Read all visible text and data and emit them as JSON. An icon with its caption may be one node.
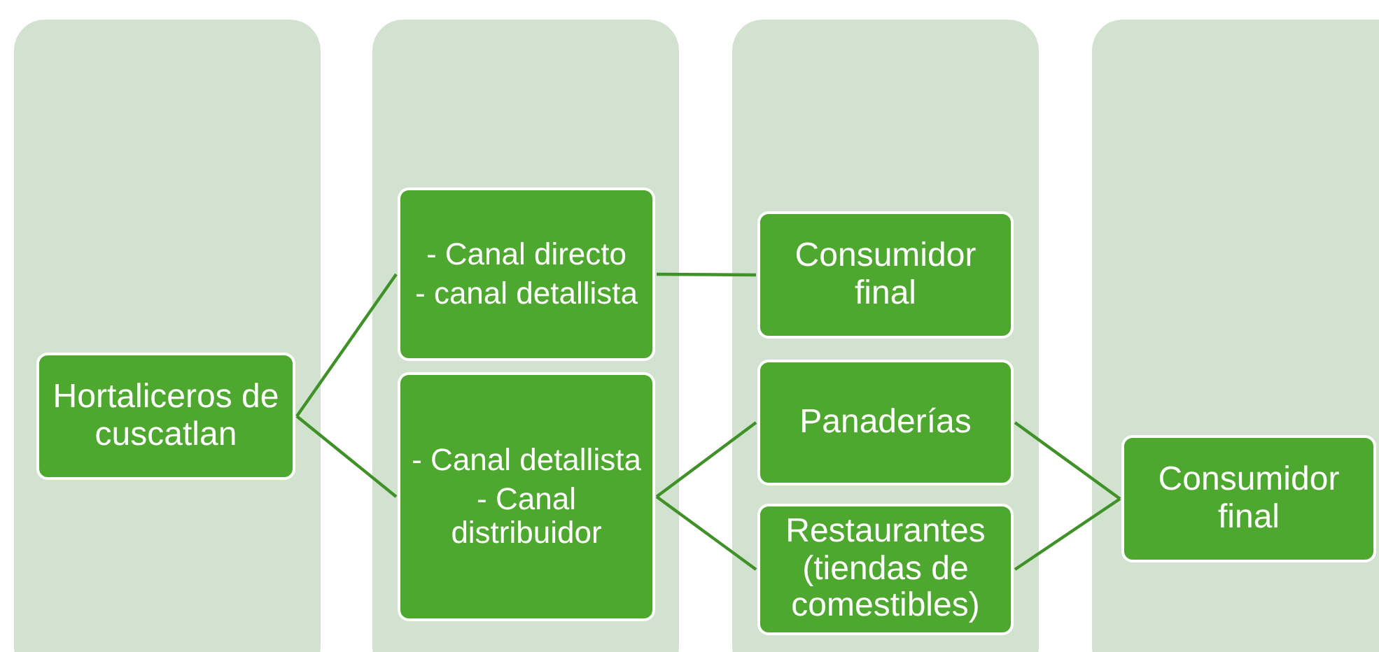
{
  "diagram": {
    "nodes": [
      {
        "text": [],
        "shape": "box"
      },
      {
        "text": [
          "Hortaliceros de cuscatlan"
        ],
        "in": 0
      },
      {
        "text": [],
        "shape": "box"
      },
      {
        "text": [
          "- Canal directo",
          "- canal detallista"
        ],
        "in": 2
      },
      {
        "text": [
          "- Canal detallista",
          "- Canal distribuidor"
        ],
        "in": 2
      },
      {
        "text": [],
        "shape": "box"
      },
      {
        "text": [
          "Consumidor final"
        ],
        "in": 5
      },
      {
        "text": [
          "Panaderías"
        ],
        "in": 5
      },
      {
        "text": [
          "Restaurantes (tiendas de comestibles)"
        ],
        "in": 5
      },
      {
        "text": [],
        "shape": "box"
      },
      {
        "text": [
          "Consumidor final"
        ],
        "in": 9
      }
    ],
    "edges": [
      {
        "from": 1,
        "to": 3,
        "arrow": "none"
      },
      {
        "from": 1,
        "to": 4,
        "arrow": "none"
      },
      {
        "from": 3,
        "to": 6,
        "arrow": "none"
      },
      {
        "from": 4,
        "to": 7,
        "arrow": "none"
      },
      {
        "from": 4,
        "to": 8,
        "arrow": "none"
      },
      {
        "from": 7,
        "to": 10,
        "arrow": "none"
      },
      {
        "from": 8,
        "to": 10,
        "arrow": "none"
      }
    ]
  }
}
